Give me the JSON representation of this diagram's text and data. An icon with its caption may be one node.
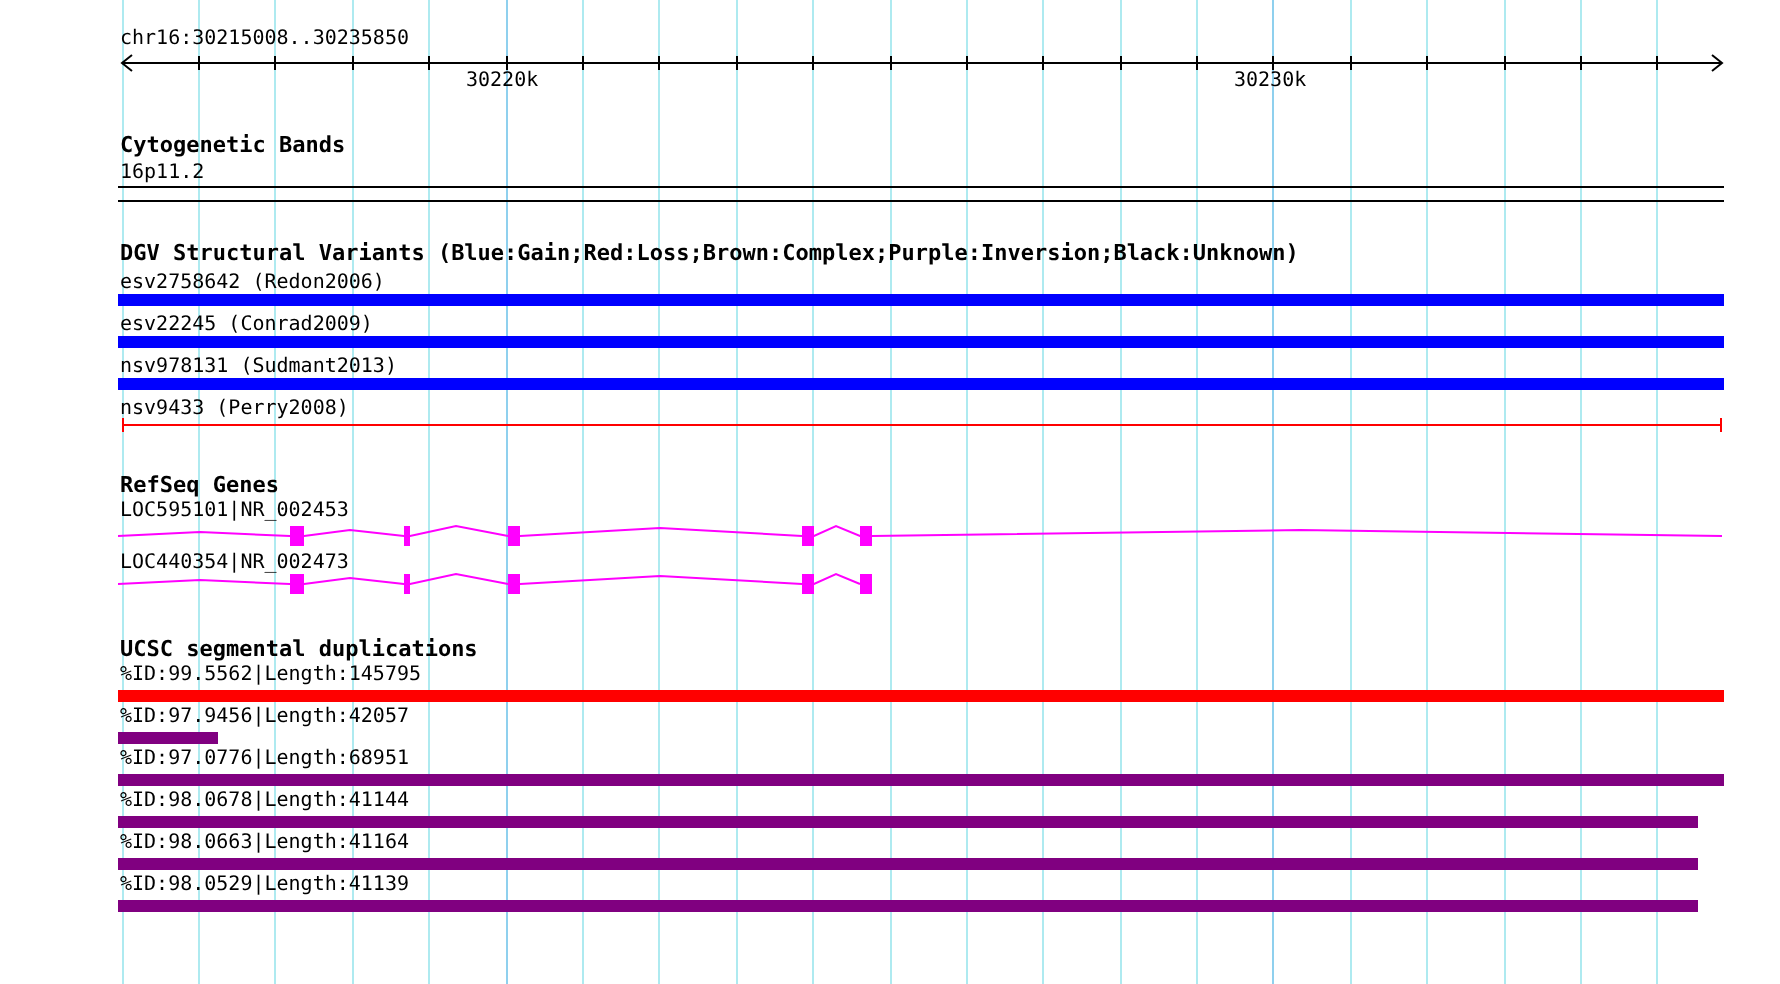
{
  "diagram": {
    "labels": [
      "chr16:30215008..30235850",
      "30220k",
      "30230k",
      "Cytogenetic Bands",
      "16p11.2",
      "DGV Structural Variants (Blue:Gain;Red:Loss;Brown:Complex;Purple:Inversion;Black:Unknown)",
      "esv2758642 (Redon2006)",
      "esv22245 (Conrad2009)",
      "nsv978131 (Sudmant2013)",
      "nsv9433 (Perry2008)",
      "RefSeq Genes",
      "LOC595101|NR_002453",
      "LOC440354|NR_002473",
      "UCSC segmental duplications",
      "%ID:99.5562|Length:145795",
      "%ID:97.9456|Length:42057",
      "%ID:97.0776|Length:68951",
      "%ID:98.0678|Length:41144",
      "%ID:98.0663|Length:41164",
      "%ID:98.0529|Length:41139"
    ]
  }
}
